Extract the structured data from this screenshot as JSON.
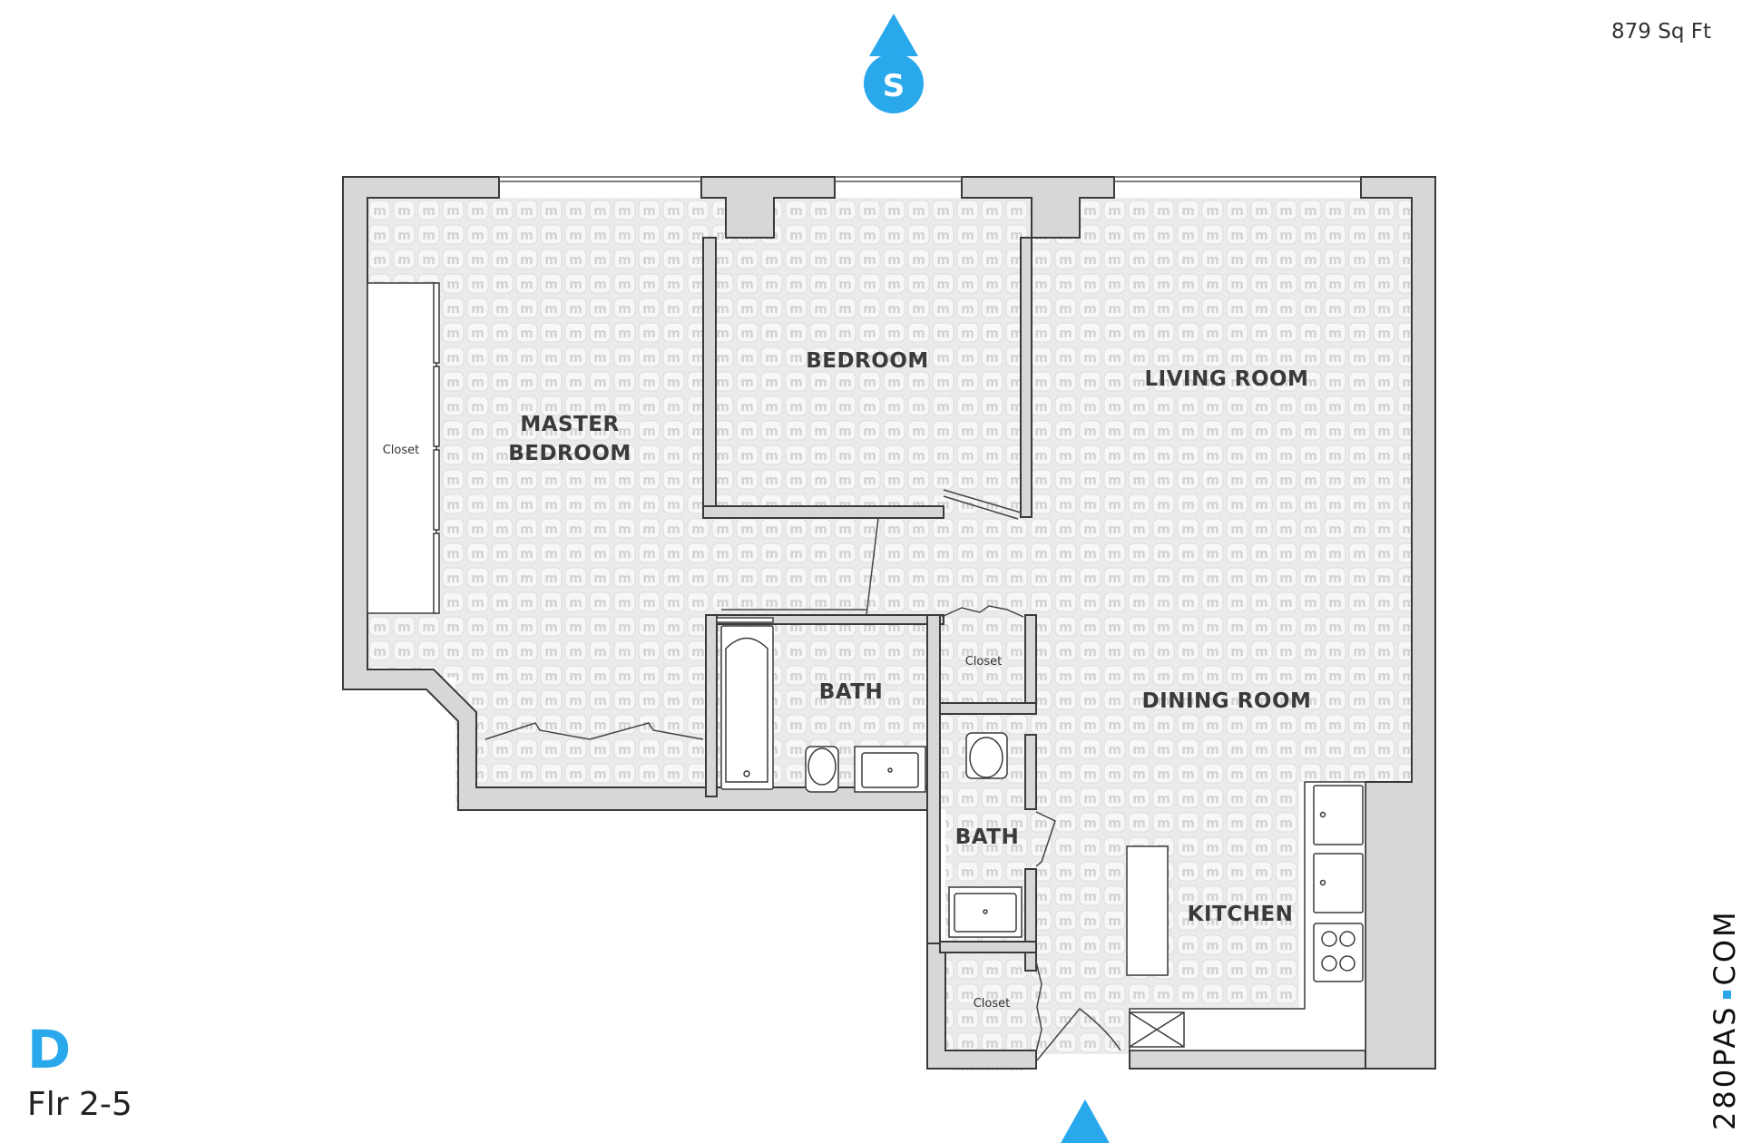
{
  "listing": {
    "area": "879 Sq Ft",
    "unit": "D",
    "floors": "Flr 2-5"
  },
  "brand": {
    "part1": "280PAS",
    "part2": "COM",
    "accent_color": "#29a8ec"
  },
  "compass": {
    "direction_label": "S",
    "color": "#29a8ec"
  },
  "rooms": {
    "master_bedroom_line1": "MASTER",
    "master_bedroom_line2": "BEDROOM",
    "bedroom": "BEDROOM",
    "living_room": "LIVING ROOM",
    "dining_room": "DINING ROOM",
    "kitchen": "KITCHEN",
    "bath_main": "BATH",
    "bath_second": "BATH",
    "closet_master": "Closet",
    "closet_hall": "Closet",
    "closet_entry": "Closet"
  },
  "colors": {
    "wall_fill": "#d6d7d8",
    "wall_stroke": "#3a3a3a",
    "floor_fill": "#ececec",
    "text": "#3a3a3a"
  }
}
